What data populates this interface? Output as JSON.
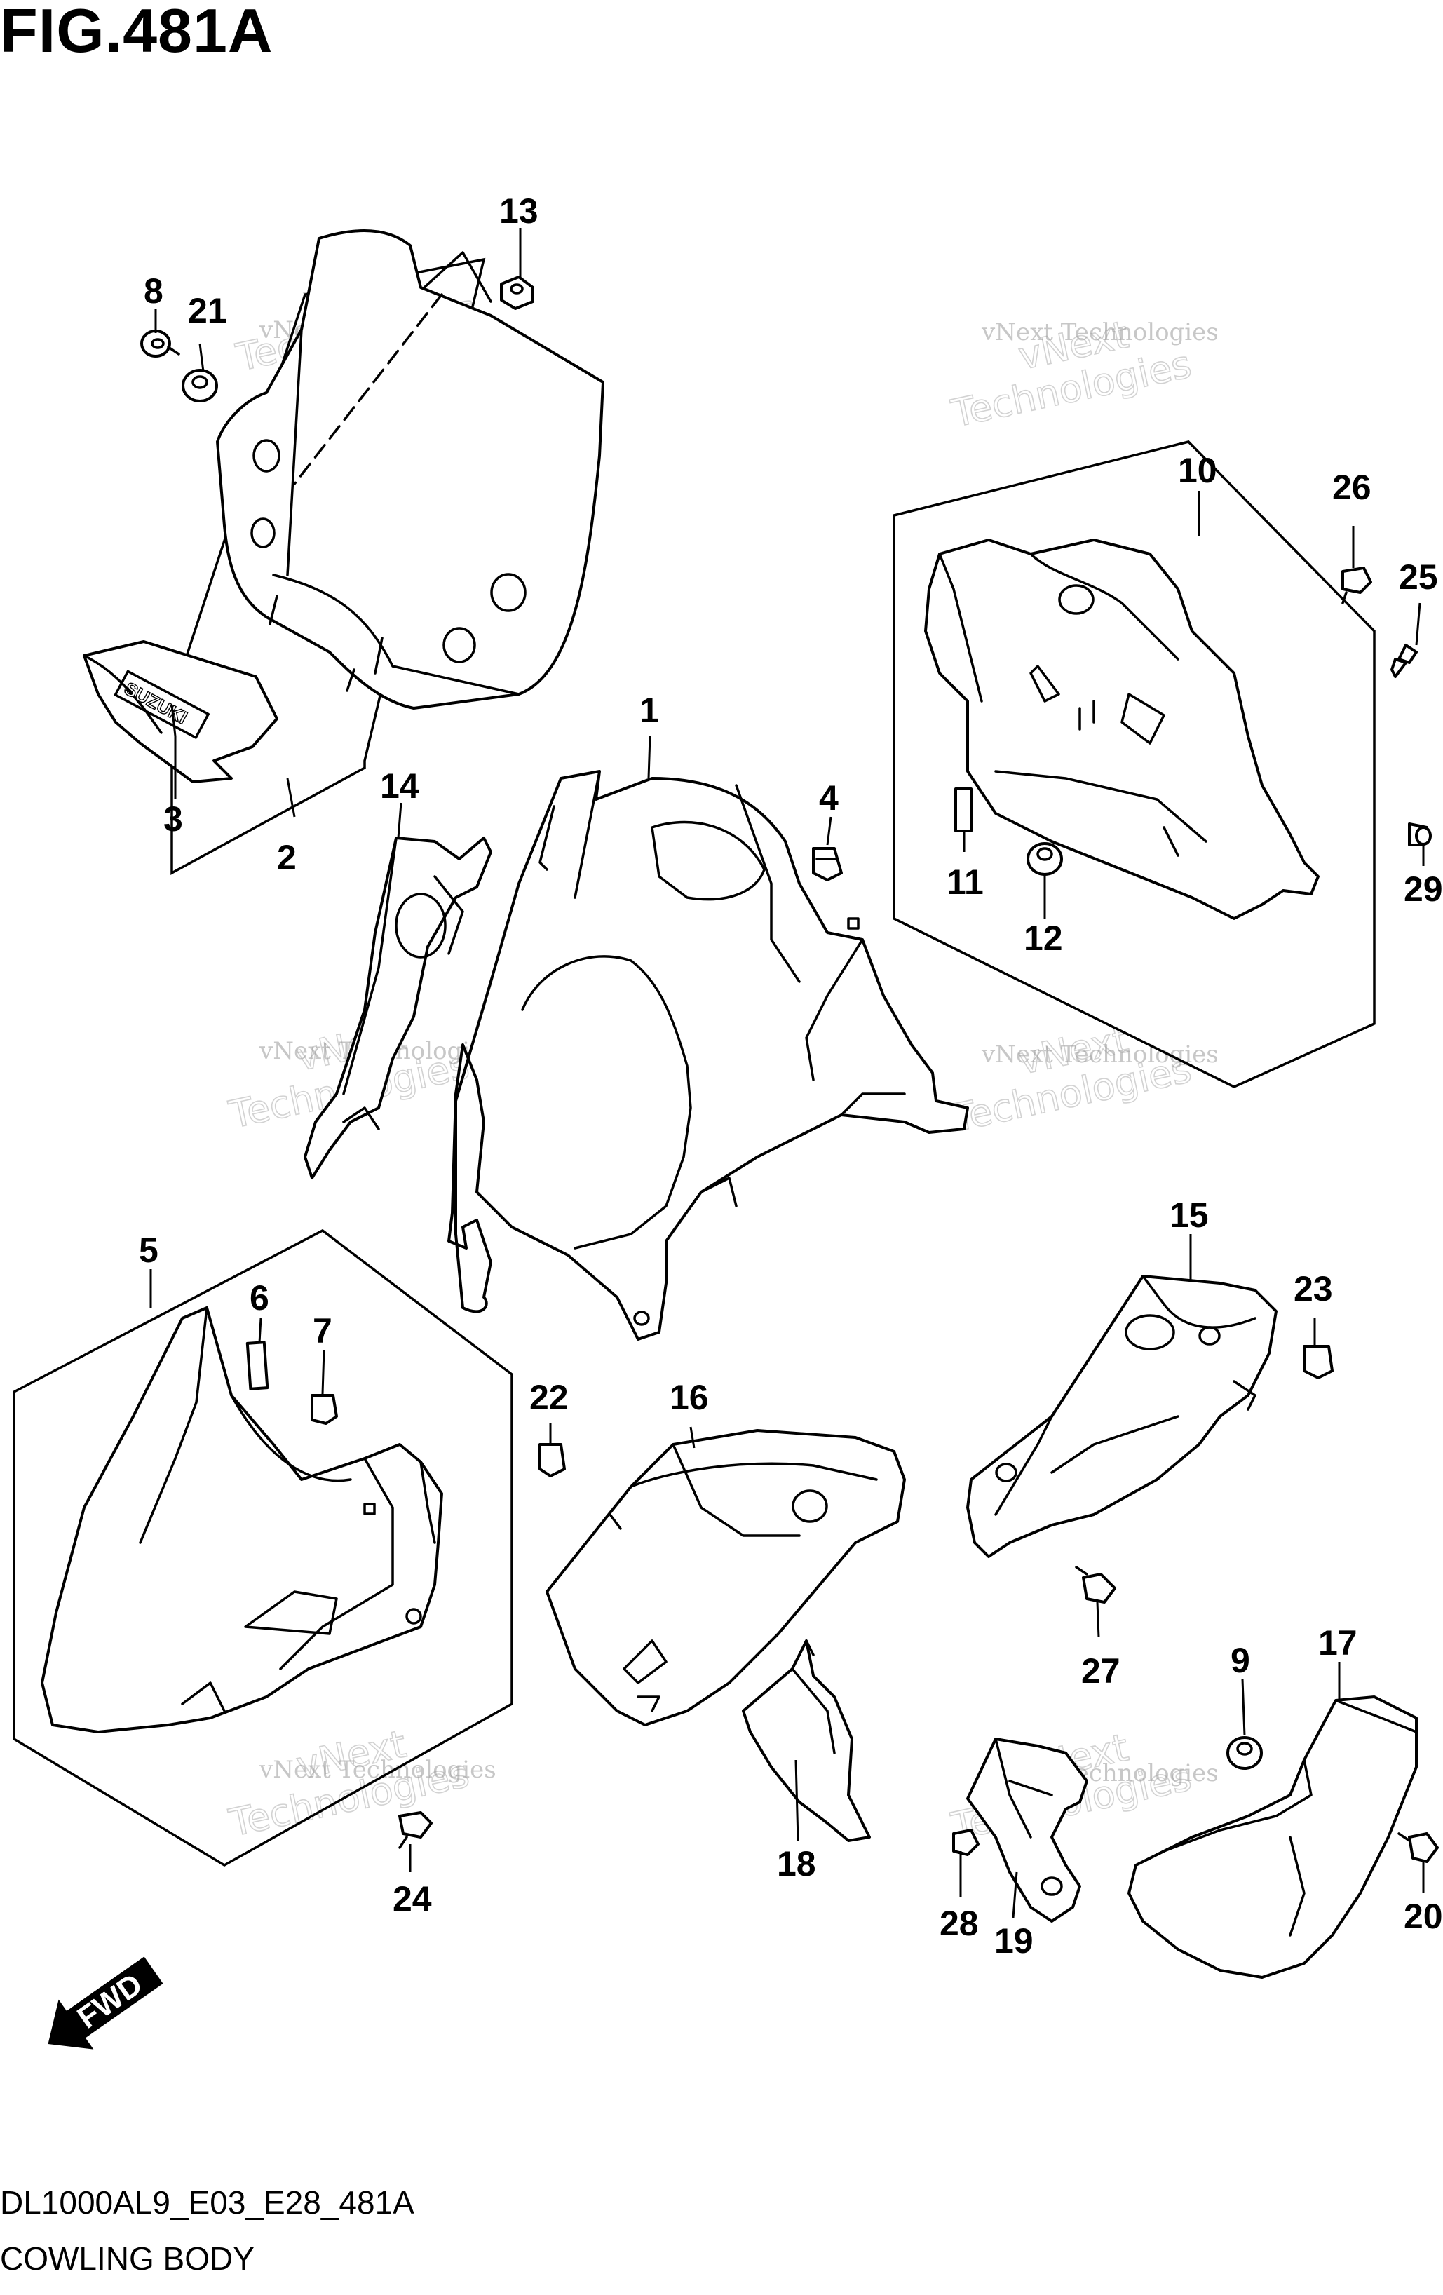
{
  "figure": {
    "title": "FIG.481A",
    "code": "DL1000AL9_E03_E28_481A",
    "caption": "COWLING BODY"
  },
  "watermark": {
    "line1": "vNext Technologies",
    "line2": "Technologies",
    "line3": "vNext"
  },
  "fwd_label": "FWD",
  "callouts": {
    "p1": "1",
    "p2": "2",
    "p3": "3",
    "p4": "4",
    "p5": "5",
    "p6": "6",
    "p7": "7",
    "p8": "8",
    "p9": "9",
    "p10": "10",
    "p11": "11",
    "p12": "12",
    "p13": "13",
    "p14": "14",
    "p15": "15",
    "p16": "16",
    "p17": "17",
    "p18": "18",
    "p19": "19",
    "p20": "20",
    "p21": "21",
    "p22": "22",
    "p23": "23",
    "p24": "24",
    "p25": "25",
    "p26": "26",
    "p27": "27",
    "p28": "28",
    "p29": "29"
  },
  "logo_text": "SUZUKI"
}
